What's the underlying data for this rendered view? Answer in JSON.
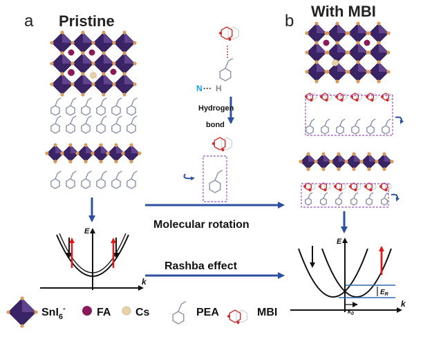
{
  "panels": {
    "a": {
      "letter": "a",
      "title": "Pristine"
    },
    "b": {
      "letter": "b",
      "title": "With MBI"
    }
  },
  "middle": {
    "nh_label_n": "N",
    "nh_label_dots": "···",
    "nh_label_h": "H",
    "bond_line1": "Hydrogen",
    "bond_line2": "bond"
  },
  "arrows": {
    "molecular_rotation": "Molecular rotation",
    "rashba_effect": "Rashba effect"
  },
  "band_a": {
    "energy_axis": "E",
    "k_axis": "k"
  },
  "band_b": {
    "energy_axis": "E",
    "k_axis": "k",
    "er_label": "E",
    "er_sub": "R",
    "k0_label": "k",
    "k0_sub": "0"
  },
  "legend": {
    "sni6": "SnI",
    "sni6_sub": "6",
    "sni6_sup": "-",
    "fa": "FA",
    "cs": "Cs",
    "pea": "PEA",
    "mbi": "MBI"
  },
  "colors": {
    "octahedron_dark": "#3a2466",
    "octahedron_light": "#6a4a9a",
    "iodide": "#d99a5a",
    "fa_cation": "#8a1a5a",
    "cs_cation": "#e6d2a8",
    "pea_stroke": "#8890a8",
    "mbi_stroke": "#d02a2a",
    "arrow_blue": "#2c50a0",
    "spin_red": "#e01a1a",
    "dashed_box": "#a050c0",
    "n_label": "#1aa0e0"
  }
}
